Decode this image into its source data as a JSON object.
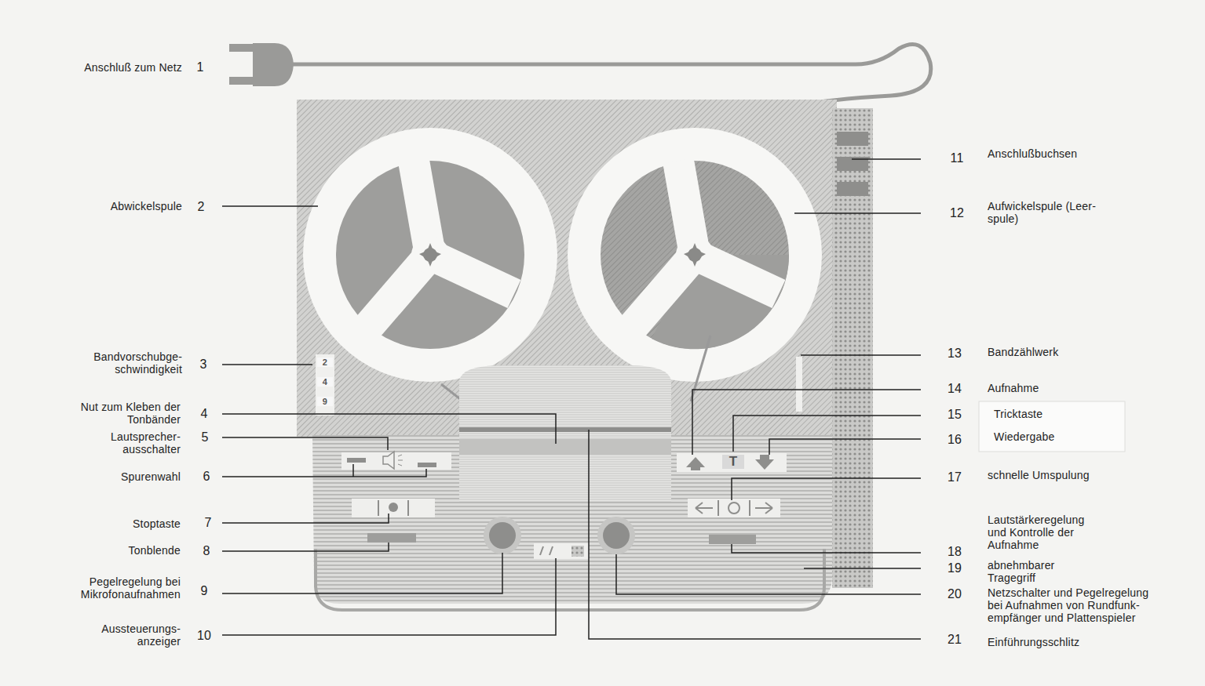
{
  "diagram": {
    "labels": [
      "Anschluß zum Netz",
      "1",
      "Abwickelspule",
      "2",
      "Bandvorschubge- schwindigkeit",
      "3",
      "Nut zum Kleben der Tonbänder",
      "4",
      "Lautsprecher- ausschalter",
      "5",
      "Spurenwahl",
      "6",
      "Stoptaste",
      "7",
      "Tonblende",
      "8",
      "Pegelregelung bei Mikrofonaufnahmen",
      "9",
      "Aussteuerungs- anzeiger",
      "10",
      "11",
      "Anschlußbuchsen",
      "12",
      "Aufwickelspule (Leer- spule)",
      "13",
      "Bandzählwerk",
      "14",
      "Aufnahme",
      "15",
      "Tricktaste",
      "16",
      "Wiedergabe",
      "17",
      "schnelle Umspulung",
      "Lautstärkeregelung und Kontrolle der Aufnahme",
      "18",
      "19",
      "abnehmbarer Tragegriff",
      "20",
      "Netzschalter und Pegelregelung bei Aufnahmen von Rundfunk- empfänger und Plattenspieler",
      "21",
      "Einführungsschlitz",
      "2",
      "4",
      "9",
      "T"
    ]
  }
}
